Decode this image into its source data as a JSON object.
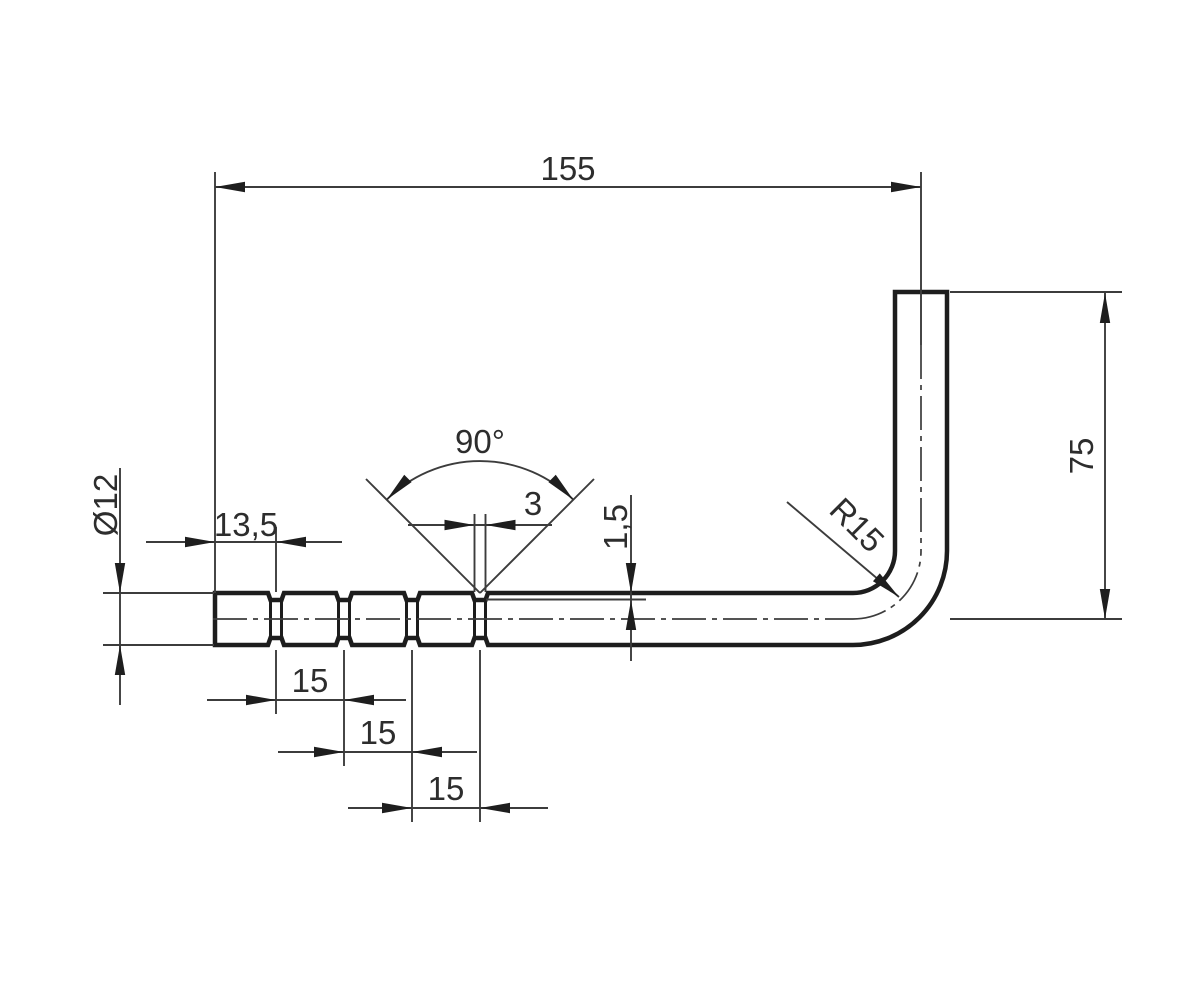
{
  "drawing": {
    "type_note": "technical drawing of an L-bent grooved round bar",
    "dimensions": {
      "overall_length": "155",
      "leg_height": "75",
      "bar_diameter": "Ø12",
      "end_to_first_groove": "13,5",
      "groove_angle": "90°",
      "groove_width": "3",
      "groove_depth": "1,5",
      "bend_radius": "R15",
      "groove_pitch_1": "15",
      "groove_pitch_2": "15",
      "groove_pitch_3": "15"
    }
  }
}
